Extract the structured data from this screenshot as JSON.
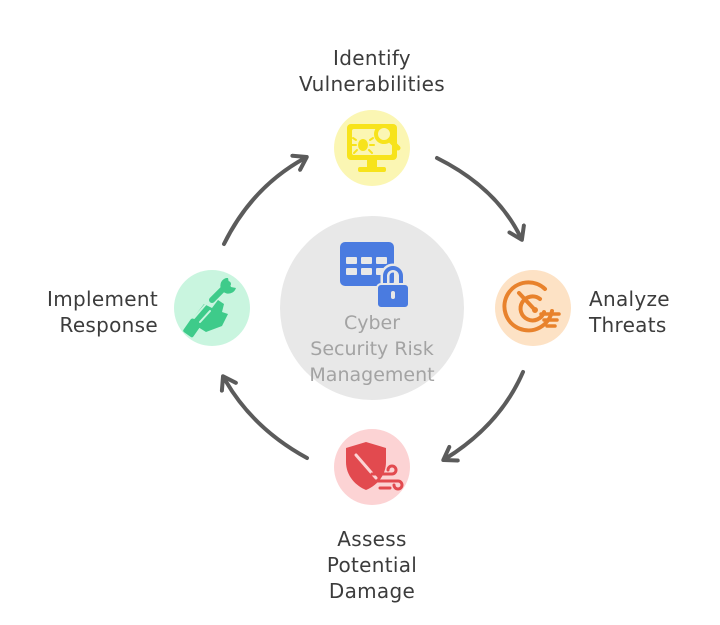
{
  "center": {
    "lines": [
      "Cyber",
      "Security Risk",
      "Management"
    ],
    "icon": "spreadsheet-lock-icon"
  },
  "steps": [
    {
      "lines": [
        "Identify",
        "Vulnerabilities"
      ],
      "icon": "monitor-bug-search-icon",
      "color": "#f7e31b",
      "bg": "#fbf6b3"
    },
    {
      "lines": [
        "Analyze",
        "Threats"
      ],
      "icon": "radar-scan-icon",
      "color": "#e8822c",
      "bg": "#fde2c5"
    },
    {
      "lines": [
        "Assess",
        "Potential",
        "Damage"
      ],
      "icon": "shield-wind-icon",
      "color": "#e24a4f",
      "bg": "#fcd3d4"
    },
    {
      "lines": [
        "Implement",
        "Response"
      ],
      "icon": "hand-wrench-icon",
      "color": "#3ecb8a",
      "bg": "#c9f5df"
    }
  ],
  "colors": {
    "arrow": "#5b5b5b",
    "center_circle": "#e8e8e8",
    "center_icon": "#4a7be0"
  }
}
